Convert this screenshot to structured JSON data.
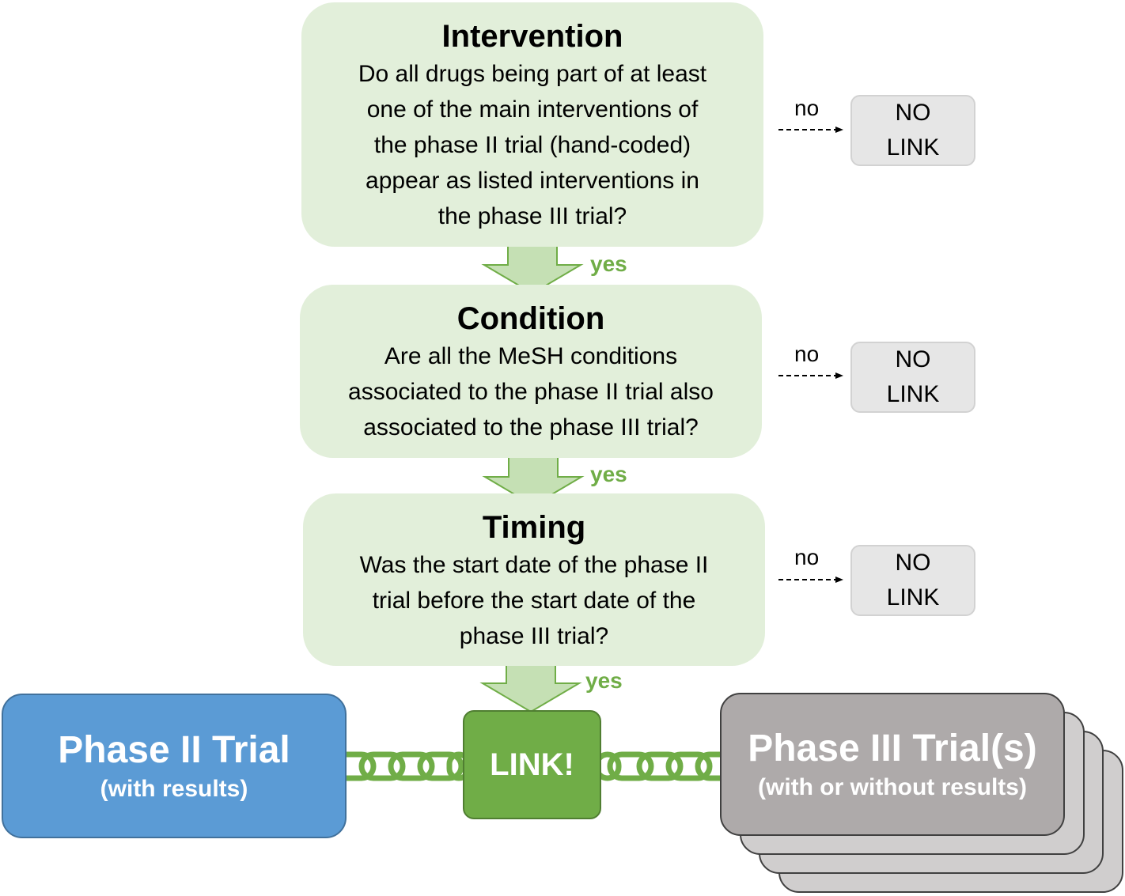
{
  "steps": [
    {
      "title": "Intervention",
      "question": [
        "Do all drugs being part of at least",
        "one of the main interventions of",
        "the phase II trial (hand-coded)",
        "appear as listed interventions in",
        "the phase III trial?"
      ],
      "no_label": "no",
      "no_result": "NO\nLINK",
      "yes_label": "yes"
    },
    {
      "title": "Condition",
      "question": [
        "Are all the MeSH conditions",
        "associated to the phase II trial also",
        "associated to the phase III trial?"
      ],
      "no_label": "no",
      "no_result": "NO\nLINK",
      "yes_label": "yes"
    },
    {
      "title": "Timing",
      "question": [
        "Was the start date of the phase II",
        "trial before the start date of the",
        "phase III trial?"
      ],
      "no_label": "no",
      "no_result": "NO\nLINK",
      "yes_label": "yes"
    }
  ],
  "phase2": {
    "title": "Phase II Trial",
    "subtitle": "(with results)"
  },
  "link": {
    "label": "LINK!"
  },
  "phase3": {
    "title": "Phase III Trial(s)",
    "subtitle": "(with or without results)"
  },
  "colors": {
    "question_fill": "#e2efda",
    "arrow_fill": "#c5e0b4",
    "arrow_stroke": "#70ad47",
    "yes_text": "#70ad47",
    "phase2_fill": "#5b9bd5",
    "link_fill": "#70ad47",
    "phase3_fill": "#aeaaaa",
    "nolink_fill": "#e6e6e6"
  }
}
